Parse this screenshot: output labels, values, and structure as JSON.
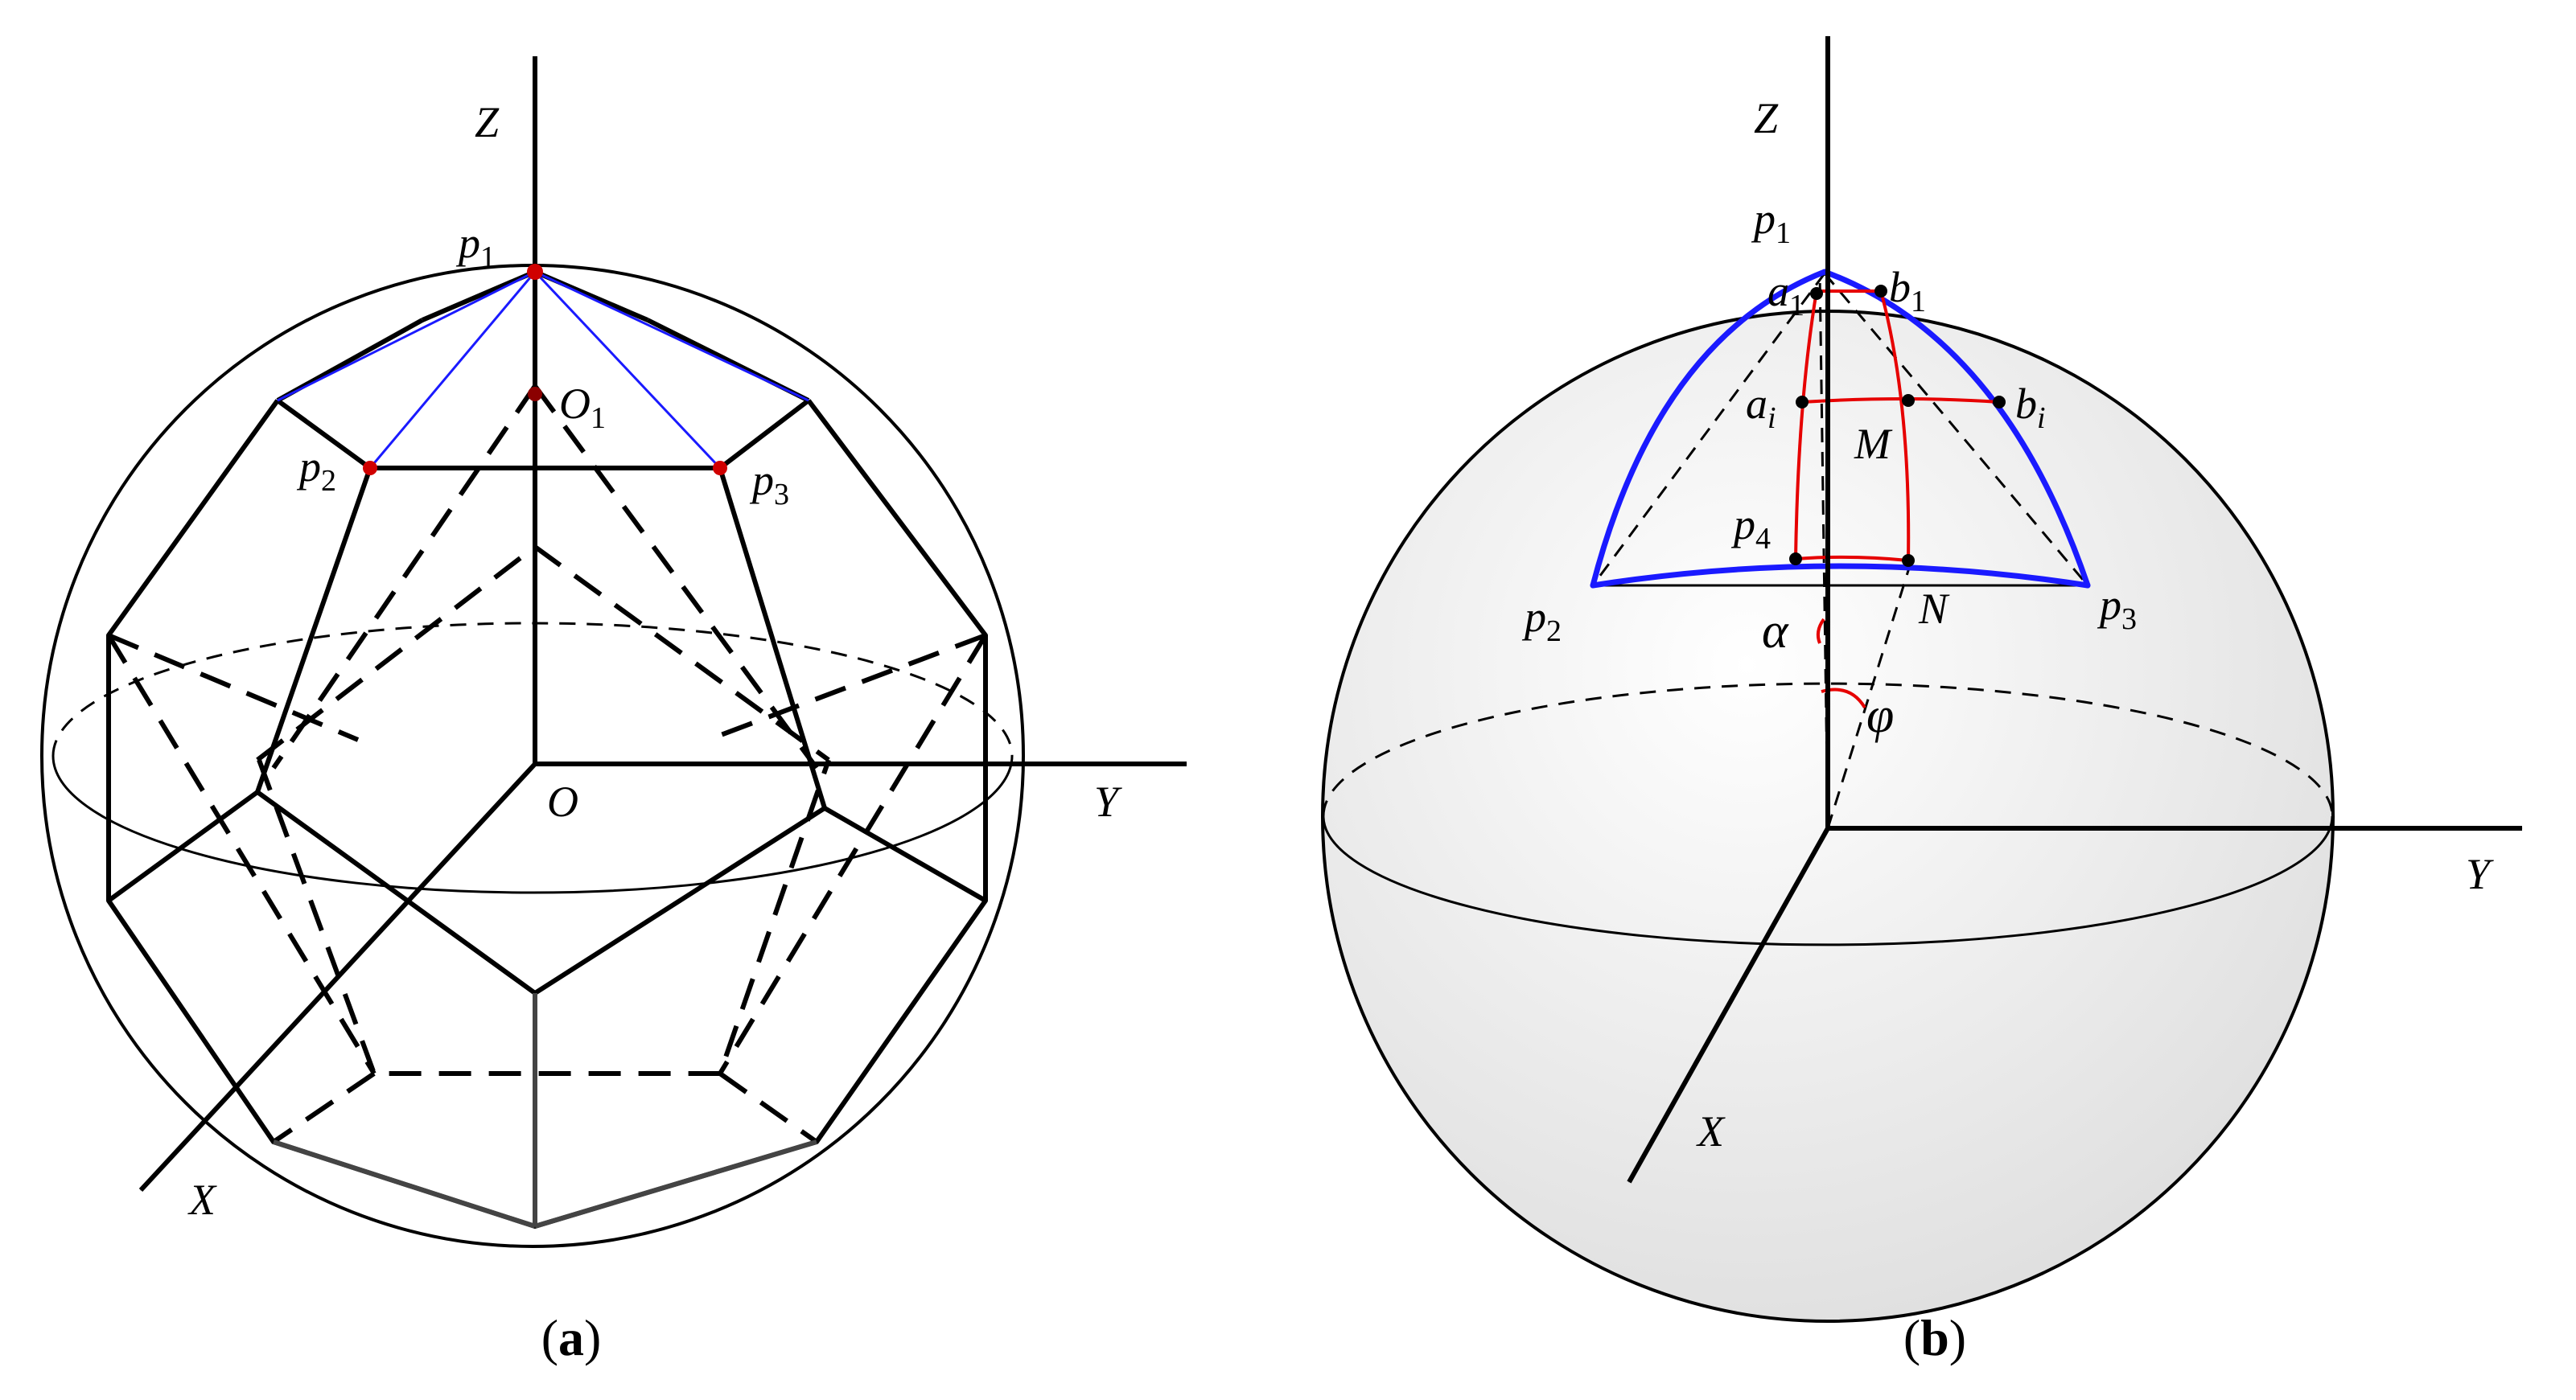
{
  "panel_a": {
    "caption_open": "(",
    "caption_letter": "a",
    "caption_close": ")",
    "labels": {
      "Z": "Z",
      "Y": "Y",
      "X": "X",
      "O": "O",
      "O1_main": "O",
      "O1_sub": "1",
      "p1_main": "p",
      "p1_sub": "1",
      "p2_main": "p",
      "p2_sub": "2",
      "p3_main": "p",
      "p3_sub": "3"
    }
  },
  "panel_b": {
    "caption_open": "(",
    "caption_letter": "b",
    "caption_close": ")",
    "labels": {
      "Z": "Z",
      "Y": "Y",
      "X": "X",
      "M": "M",
      "N": "N",
      "alpha": "α",
      "phi": "φ",
      "p1_main": "p",
      "p1_sub": "1",
      "p2_main": "p",
      "p2_sub": "2",
      "p3_main": "p",
      "p3_sub": "3",
      "p4_main": "p",
      "p4_sub": "4",
      "a1_main": "a",
      "a1_sub": "1",
      "b1_main": "b",
      "b1_sub": "1",
      "ai_main": "a",
      "ai_sub": "i",
      "bi_main": "b",
      "bi_sub": "i"
    }
  },
  "colors": {
    "frame": "#000000",
    "triangle": "#1a1aff",
    "grid": "#e60000",
    "point_a": "#d00000",
    "sphere_shade": "#e6e6e6"
  }
}
